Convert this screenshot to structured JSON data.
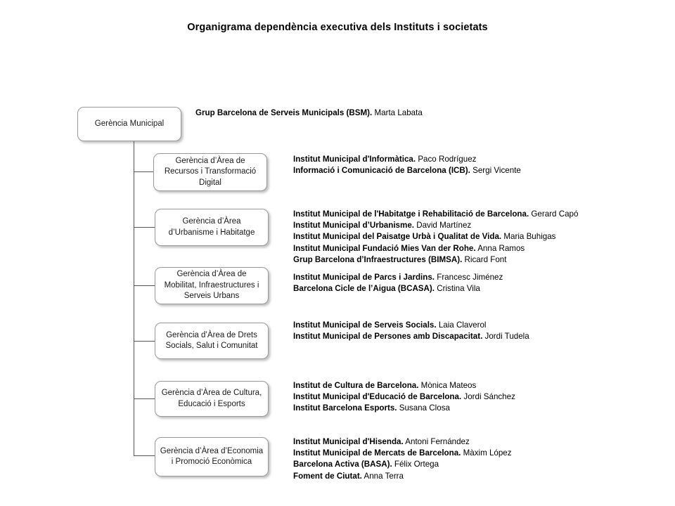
{
  "title": "Organigrama dependència executiva dels Instituts i societats",
  "root": {
    "label": "Gerència Municipal",
    "entities": [
      {
        "org": "Grup Barcelona de Serveis Municipals (BSM).",
        "person": "Marta Labata"
      }
    ]
  },
  "branches": [
    {
      "label": "Gerència d’Àrea de Recursos i Transformació Digital",
      "entities": [
        {
          "org": "Institut Municipal d'Informàtica.",
          "person": "Paco Rodríguez"
        },
        {
          "org": "Informació i Comunicació de Barcelona (ICB).",
          "person": "Sergi Vicente"
        }
      ]
    },
    {
      "label": "Gerència d’Àrea d’Urbanisme i Habitatge",
      "entities": [
        {
          "org": "Institut Municipal de l'Habitatge i Rehabilitació de Barcelona.",
          "person": "Gerard Capó"
        },
        {
          "org": "Institut Municipal d’Urbanisme.",
          "person": "David Martínez"
        },
        {
          "org": "Institut Municipal del Paisatge Urbà i Qualitat de Vida.",
          "person": "Maria Buhigas"
        },
        {
          "org": "Institut Municipal Fundació Mies Van der Rohe.",
          "person": "Anna Ramos"
        },
        {
          "org": "Grup Barcelona d’Infraestructures (BIMSA).",
          "person": "Ricard Font"
        }
      ]
    },
    {
      "label": "Gerència d’Àrea de Mobilitat, Infraestructures i Serveis Urbans",
      "entities": [
        {
          "org": "Institut Municipal de Parcs i Jardins.",
          "person": "Francesc Jiménez"
        },
        {
          "org": "Barcelona Cicle de l’Aigua (BCASA).",
          "person": "Cristina Vila"
        }
      ]
    },
    {
      "label": "Gerència d’Àrea de Drets Socials, Salut i Comunitat",
      "entities": [
        {
          "org": "Institut Municipal de Serveis Socials.",
          "person": "Laia Claverol"
        },
        {
          "org": "Institut Municipal de Persones amb Discapacitat.",
          "person": "Jordi Tudela"
        }
      ]
    },
    {
      "label": "Gerència d’Àrea de Cultura, Educació i Esports",
      "entities": [
        {
          "org": "Institut de Cultura de Barcelona.",
          "person": "Mònica Mateos"
        },
        {
          "org": "Institut Municipal d'Educació de Barcelona.",
          "person": "Jordi Sánchez"
        },
        {
          "org": "Institut Barcelona Esports.",
          "person": "Susana Closa"
        }
      ]
    },
    {
      "label": "Gerència d’Àrea d’Economia i Promoció Econòmica",
      "entities": [
        {
          "org": "Institut Municipal d'Hisenda.",
          "person": "Antoni Fernández"
        },
        {
          "org": "Institut Municipal de Mercats de Barcelona.",
          "person": "Màxim López"
        },
        {
          "org": "Barcelona Activa (BASA).",
          "person": "Félix Ortega"
        },
        {
          "org": "Foment de Ciutat.",
          "person": "Anna Terra"
        }
      ]
    }
  ],
  "colors": {
    "box_border": "#9a9a9a",
    "box_fill": "#ffffff",
    "connector": "#555555",
    "text": "#000000"
  }
}
